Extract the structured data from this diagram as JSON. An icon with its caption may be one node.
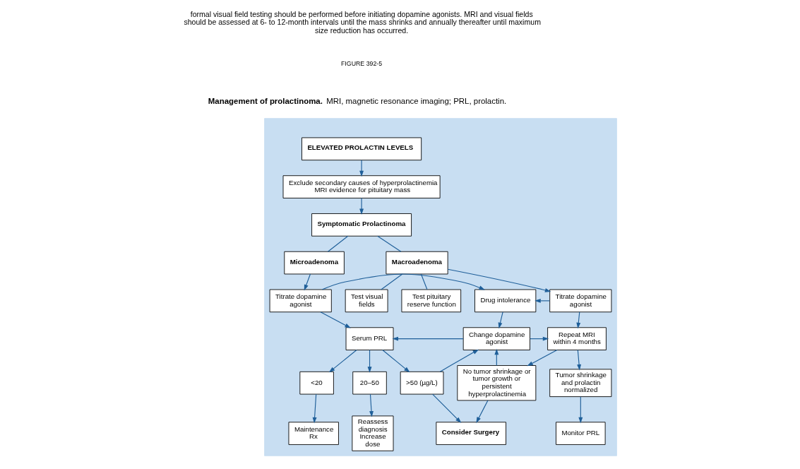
{
  "diagram": {
    "caption": "**Management of prolactinoma.** MRI, magnetic resonance imaging; PRL, prolactin.",
    "nodes": [
      {
        "text": [],
        "shape": "box"
      },
      {
        "text": [
          "ELEVATED PROLACTIN LEVELS"
        ],
        "in": 0
      },
      {
        "text": [
          "Exclude secondary causes of hyperprolactinemia",
          "MRI evidence for pituitary mass"
        ],
        "in": 0
      },
      {
        "text": [
          "Symptomatic Prolactinoma"
        ],
        "in": 0
      },
      {
        "text": [
          "Microadenoma"
        ],
        "in": 0
      },
      {
        "text": [
          "Macroadenoma"
        ],
        "in": 0
      },
      {
        "text": [
          "Test visual fields"
        ],
        "in": 0
      },
      {
        "text": [
          "Test pituitary reserve function"
        ],
        "in": 0
      },
      {
        "text": [
          "Titrate dopamine agonist"
        ],
        "in": 0
      },
      {
        "text": [
          "Drug intolerance"
        ],
        "in": 0
      },
      {
        "text": [
          "Titrate dopamine agonist"
        ],
        "in": 0
      },
      {
        "text": [
          "Serum PRL"
        ],
        "in": 0
      },
      {
        "text": [
          "Change dopamine agonist"
        ],
        "in": 0
      },
      {
        "text": [
          "Repeat MRI within 4 months"
        ],
        "in": 0
      },
      {
        "text": [
          "<20"
        ],
        "in": 0
      },
      {
        "text": [
          "20–50"
        ],
        "in": 0
      },
      {
        "text": [
          ">50 (µg/L)"
        ],
        "in": 0
      },
      {
        "text": [
          "No tumor shrinkage or tumor growth or persistent hyperprolactinemia"
        ],
        "in": 0
      },
      {
        "text": [
          "Tumor shrinkage and prolactin normalized"
        ],
        "in": 0
      },
      {
        "text": [
          "Maintenance Rx"
        ],
        "in": 0
      },
      {
        "text": [
          "Reassess diagnosis Increase dose"
        ],
        "in": 0
      },
      {
        "text": [
          "Consider Surgery"
        ],
        "in": 0
      },
      {
        "text": [
          "Monitor PRL"
        ],
        "in": 0
      }
    ],
    "edges": [
      {
        "from": 1,
        "to": 2,
        "arrow": "to"
      },
      {
        "from": 2,
        "to": 3,
        "arrow": "to"
      },
      {
        "from": 3,
        "to": 4,
        "arrow": "none"
      },
      {
        "from": 3,
        "to": 5,
        "arrow": "none"
      },
      {
        "from": 5,
        "to": 6,
        "arrow": "none"
      },
      {
        "from": 5,
        "to": 7,
        "arrow": "none"
      },
      {
        "from": 5,
        "to": 10,
        "arrow": "to"
      },
      {
        "from": 4,
        "to": 8,
        "arrow": "to"
      },
      {
        "from": 8,
        "to": 9,
        "arrow": "to"
      },
      {
        "from": 10,
        "to": 9,
        "arrow": "to"
      },
      {
        "from": 9,
        "to": 12,
        "arrow": "to"
      },
      {
        "from": 8,
        "to": 11,
        "arrow": "to"
      },
      {
        "from": 12,
        "to": 11,
        "arrow": "to"
      },
      {
        "from": 12,
        "to": 13,
        "arrow": "to"
      },
      {
        "from": 10,
        "to": 13,
        "arrow": "to"
      },
      {
        "from": 11,
        "to": 14,
        "arrow": "to"
      },
      {
        "from": 11,
        "to": 15,
        "arrow": "to"
      },
      {
        "from": 11,
        "to": 16,
        "arrow": "to"
      },
      {
        "from": 16,
        "to": 12,
        "arrow": "to"
      },
      {
        "from": 16,
        "to": 21,
        "arrow": "to"
      },
      {
        "from": 17,
        "to": 12,
        "arrow": "to"
      },
      {
        "from": 17,
        "to": 21,
        "arrow": "to"
      },
      {
        "from": 13,
        "to": 17,
        "arrow": "to"
      },
      {
        "from": 13,
        "to": 18,
        "arrow": "to"
      },
      {
        "from": 14,
        "to": 19,
        "arrow": "to"
      },
      {
        "from": 15,
        "to": 20,
        "arrow": "to"
      },
      {
        "from": 18,
        "to": 22,
        "arrow": "to"
      }
    ],
    "labels": [
      "formal visual field testing should be performed before initiating dopamine agonists. MRI and visual fields should be assessed at 6- to 12-month intervals until the mass shrinks and annually thereafter until maximum size reduction has occurred.",
      "FIGURE 392-5"
    ]
  }
}
